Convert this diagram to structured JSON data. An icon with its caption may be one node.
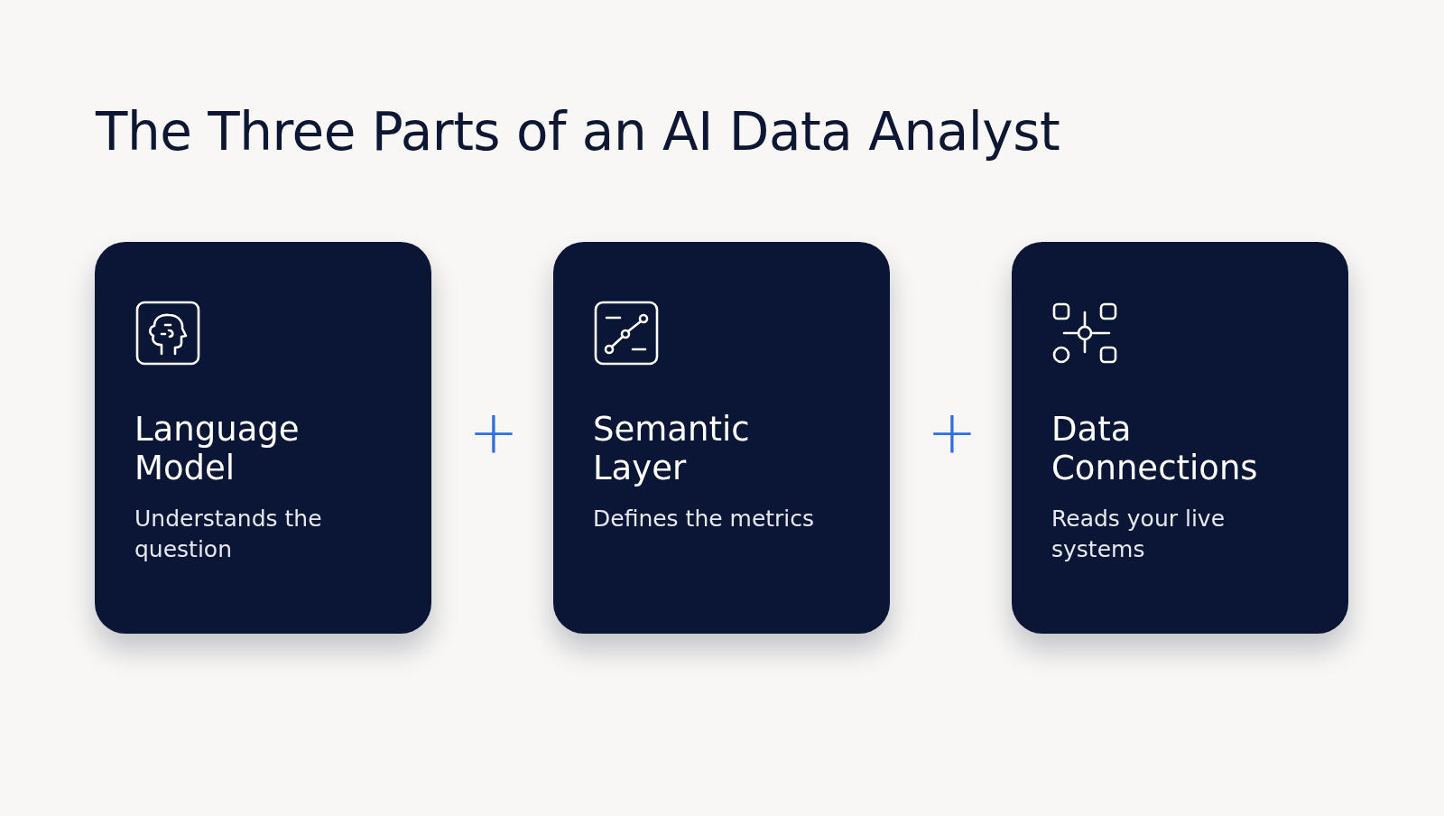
{
  "diagram": {
    "title": "The Three Parts of an AI Data Analyst",
    "nodes": [
      {
        "text": [
          "Language Model",
          "Understands the question"
        ]
      },
      {
        "text": [
          "Semantic Layer",
          "Defines the metrics"
        ]
      },
      {
        "text": [
          "Data Connections",
          "Reads your live systems"
        ]
      }
    ],
    "labels": [
      "+",
      "+"
    ]
  }
}
